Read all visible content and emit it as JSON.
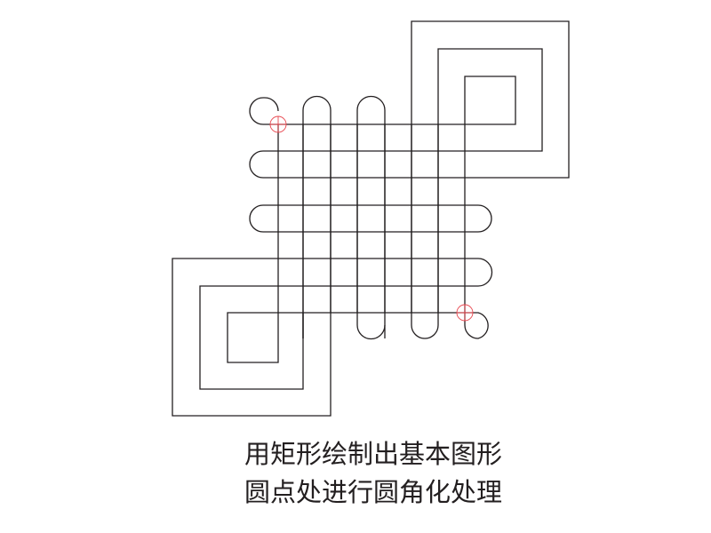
{
  "diagram": {
    "stroke_color": "#231f20",
    "marker_color": "#e8464e",
    "description_shapes": [
      "square-spiral",
      "serpentine-grid",
      "corner-markers"
    ]
  },
  "caption": {
    "line1": "用矩形绘制出基本图形",
    "line2": "圆点处进行圆角化处理"
  }
}
